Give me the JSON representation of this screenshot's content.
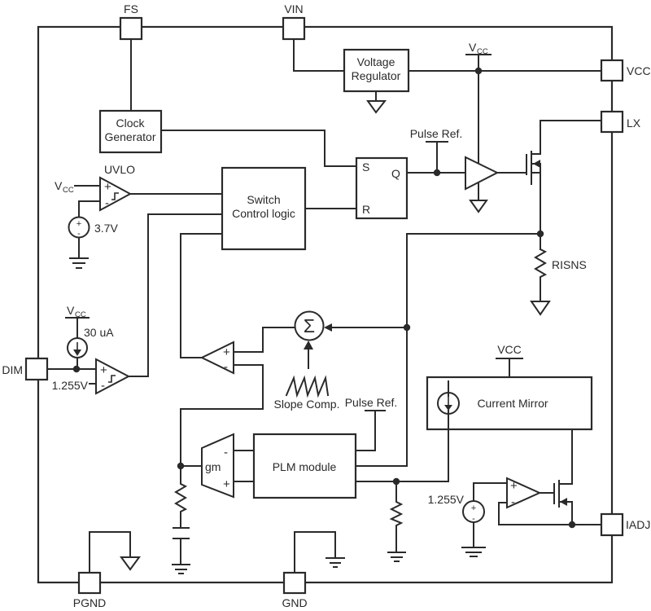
{
  "colors": {
    "ink": "#2a2a2a",
    "bg": "#ffffff"
  },
  "pins": {
    "fs": "FS",
    "vin": "VIN",
    "vcc": "VCC",
    "lx": "LX",
    "iadj": "IADJ",
    "dim": "DIM",
    "pgnd": "PGND",
    "gnd": "GND"
  },
  "blocks": {
    "voltage_regulator": {
      "line1": "Voltage",
      "line2": "Regulator"
    },
    "clock_generator": {
      "line1": "Clock",
      "line2": "Generator"
    },
    "switch_control": {
      "line1": "Switch",
      "line2": "Control logic"
    },
    "sr_latch": {
      "s": "S",
      "q": "Q",
      "r": "R"
    },
    "plm": "PLM module",
    "current_mirror": "Current Mirror",
    "gm_amp": "gm"
  },
  "labels": {
    "uvlo": "UVLO",
    "vcc": {
      "base": "V",
      "sub": "CC"
    },
    "vcc_plain": "VCC",
    "v_3_7": "3.7V",
    "i_30ua": "30 uA",
    "v_1_255_dim": "1.255V",
    "v_1_255_iadj": "1.255V",
    "pulse_ref_top": "Pulse Ref.",
    "pulse_ref_bottom": "Pulse Ref.",
    "slope_comp": "Slope Comp.",
    "risns": "RISNS",
    "sigma": "Σ"
  },
  "sym": {
    "plus": "+",
    "minus": "-"
  }
}
